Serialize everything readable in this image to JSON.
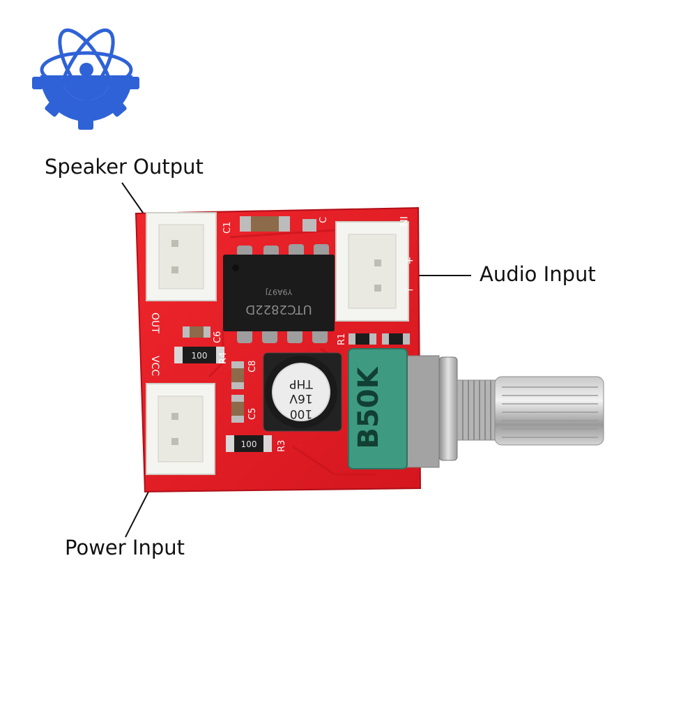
{
  "callouts": {
    "speaker_output": "Speaker Output",
    "audio_input": "Audio Input",
    "power_input": "Power Input"
  },
  "board": {
    "chip_line1": "Y9A97J",
    "chip_line2": "UTC2822D",
    "pot_label": "B50K",
    "capacitor_line1": "THP",
    "capacitor_line2": "16V",
    "capacitor_line3": "100",
    "resistor_r4": "100",
    "resistor_r3": "100",
    "silk_c1": "C1",
    "silk_c": "C",
    "silk_c6": "C6",
    "silk_r4": "R4",
    "silk_c8": "C8",
    "silk_c5": "C5",
    "silk_r3": "R3",
    "silk_r1": "R1",
    "silk_out": "OUT",
    "silk_vcc": "VCC",
    "silk_in": "IN",
    "silk_plus": "+",
    "silk_minus": "−"
  },
  "colors": {
    "pcb_red": "#e8202a",
    "chip_black": "#1b1b1b",
    "pot_green": "#3f9a82",
    "logo_blue": "#2f62d6",
    "connector_white": "#f4f4f0"
  },
  "logo": {
    "icon": "atom-gear-logo-icon"
  }
}
